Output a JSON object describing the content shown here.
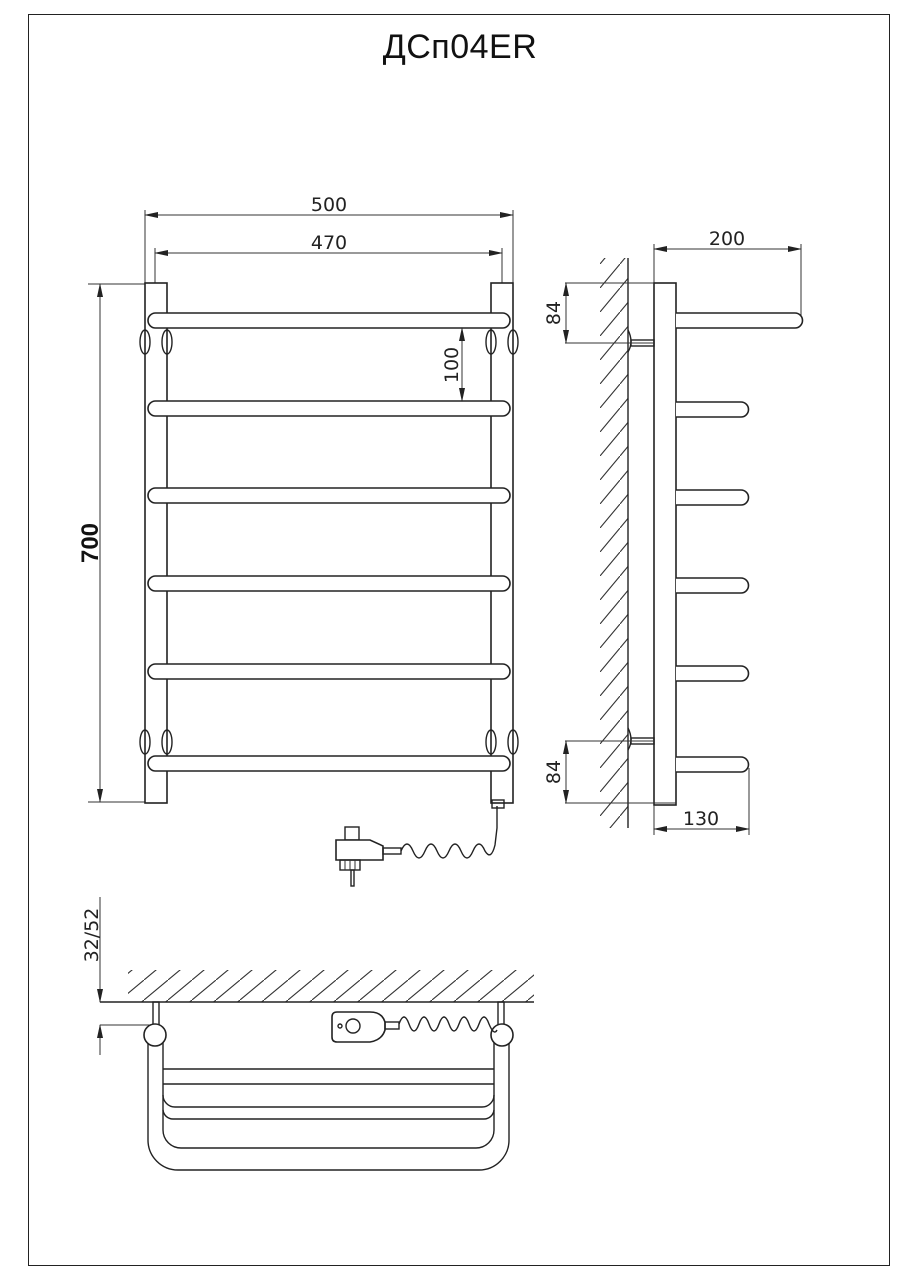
{
  "drawing": {
    "title": "ДСп04ER",
    "front_view": {
      "overall_width": "500",
      "inner_width": "470",
      "height": "700",
      "bar_spacing": "100",
      "bar_count": 6
    },
    "side_view": {
      "top_depth": "200",
      "bottom_depth": "130",
      "top_mount_offset": "84",
      "bottom_mount_offset": "84"
    },
    "top_view": {
      "wall_distance": "32/52"
    }
  }
}
